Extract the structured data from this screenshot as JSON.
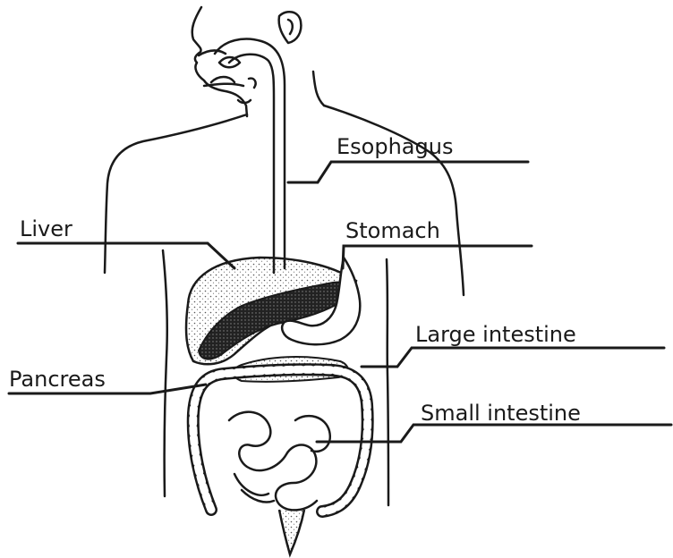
{
  "labels": {
    "esophagus": "Esophagus",
    "liver": "Liver",
    "stomach": "Stomach",
    "large_intestine": "Large intestine",
    "pancreas": "Pancreas",
    "small_intestine": "Small intestine"
  },
  "colors": {
    "ink": "#1a1a1a",
    "paper": "#ffffff",
    "stipple": "#555555"
  }
}
